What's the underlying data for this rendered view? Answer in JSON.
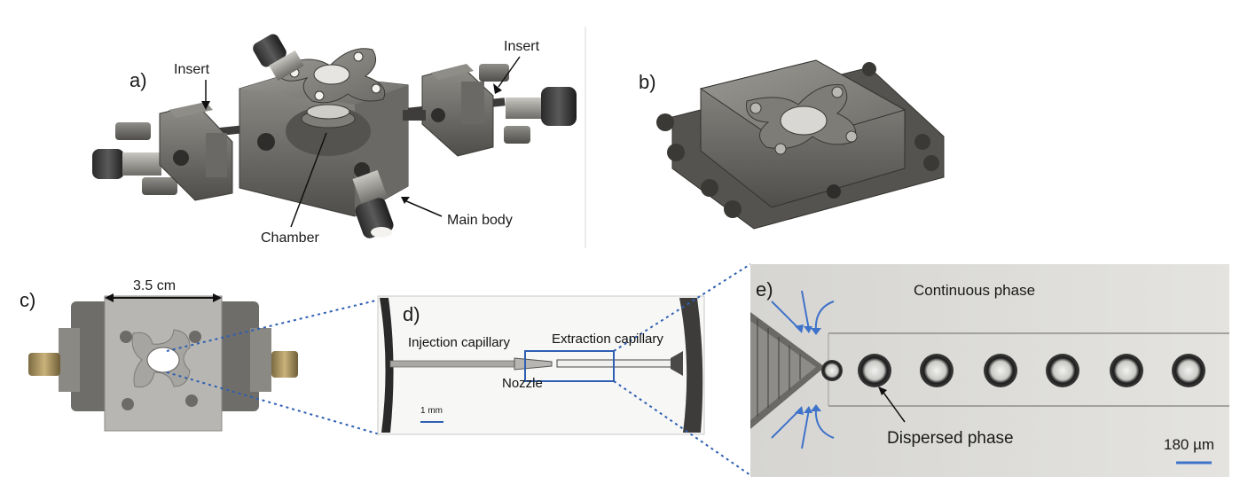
{
  "panels": {
    "a": {
      "letter": "a)",
      "callouts": {
        "insert_left": "Insert",
        "insert_right": "Insert",
        "chamber": "Chamber",
        "main_body": "Main body"
      }
    },
    "b": {
      "letter": "b)"
    },
    "c": {
      "letter": "c)",
      "dimension": "3.5 cm"
    },
    "d": {
      "letter": "d)",
      "injection": "Injection capillary",
      "extraction": "Extraction capillary",
      "nozzle": "Nozzle",
      "scale": "1 mm"
    },
    "e": {
      "letter": "e)",
      "continuous": "Continuous phase",
      "dispersed": "Dispersed phase",
      "scale": "180 µm"
    }
  },
  "colors": {
    "metal_dark": "#5b5a57",
    "metal_mid": "#7b7a76",
    "metal_light": "#a9a8a3",
    "zoom_line": "#2f5fb3",
    "arrow_blue": "#3f72c9"
  }
}
